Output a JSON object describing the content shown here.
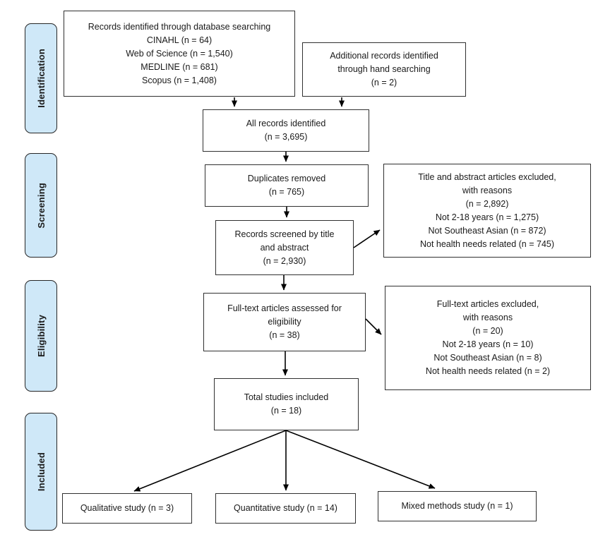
{
  "diagram": {
    "type": "prisma-flowchart",
    "stages": [
      "Identification",
      "Screening",
      "Eligibility",
      "Included"
    ],
    "boxes": {
      "database_search": {
        "lines": [
          "Records identified through database searching",
          "CINAHL (n = 64)",
          "Web of Science (n = 1,540)",
          "MEDLINE (n = 681)",
          "Scopus (n = 1,408)"
        ]
      },
      "hand_search": {
        "lines": [
          "Additional records identified",
          "through hand searching",
          "(n = 2)"
        ]
      },
      "all_records": {
        "lines": [
          "All records identified",
          "(n = 3,695)"
        ]
      },
      "duplicates_removed": {
        "lines": [
          "Duplicates removed",
          "(n = 765)"
        ]
      },
      "records_screened": {
        "lines": [
          "Records screened by title",
          "and abstract",
          "(n = 2,930)"
        ]
      },
      "title_abstract_excluded": {
        "lines": [
          "Title and abstract articles excluded,",
          "with reasons",
          "(n = 2,892)",
          "Not 2-18 years (n = 1,275)",
          "Not Southeast Asian (n = 872)",
          "Not health needs related (n = 745)"
        ]
      },
      "fulltext_assessed": {
        "lines": [
          "Full-text articles assessed for",
          "eligibility",
          "(n = 38)"
        ]
      },
      "fulltext_excluded": {
        "lines": [
          "Full-text articles excluded,",
          "with reasons",
          "(n = 20)",
          "Not 2-18 years (n = 10)",
          "Not Southeast Asian (n = 8)",
          "Not health needs related (n = 2)"
        ]
      },
      "total_included": {
        "lines": [
          "Total studies included",
          "(n = 18)"
        ]
      },
      "qualitative": {
        "lines": [
          "Qualitative study (n = 3)"
        ]
      },
      "quantitative": {
        "lines": [
          "Quantitative study (n = 14)"
        ]
      },
      "mixed_methods": {
        "lines": [
          "Mixed methods study (n = 1)"
        ]
      }
    },
    "colors": {
      "stage_fill": "#cfe8f8",
      "stage_border": "#262626",
      "box_border": "#303030",
      "arrow": "#000000"
    }
  }
}
